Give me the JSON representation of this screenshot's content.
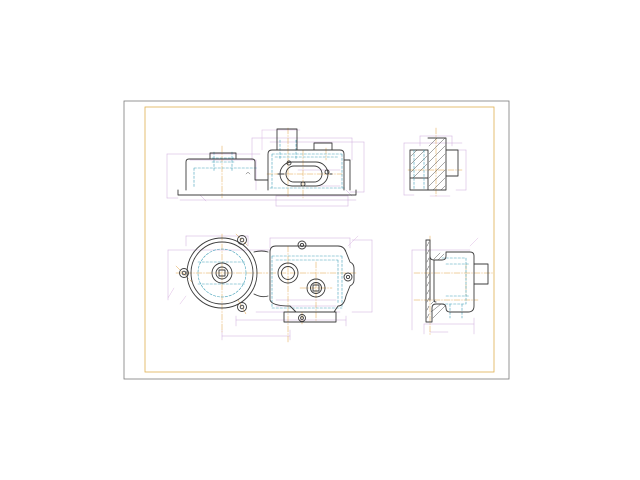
{
  "colors": {
    "background": "#ffffff",
    "sheet_border": "#7a7a7a",
    "inner_border": "#e0b050",
    "object_line": "#3c3c3c",
    "hidden_line": "#40a0b8",
    "center_line": "#e0a040",
    "dimension_line": "#c8a0d8",
    "dimension_line_alt": "#d8b0e0"
  },
  "views": [
    {
      "name": "front-view"
    },
    {
      "name": "right-section-view-top"
    },
    {
      "name": "top-view"
    },
    {
      "name": "right-section-view-bottom"
    }
  ]
}
